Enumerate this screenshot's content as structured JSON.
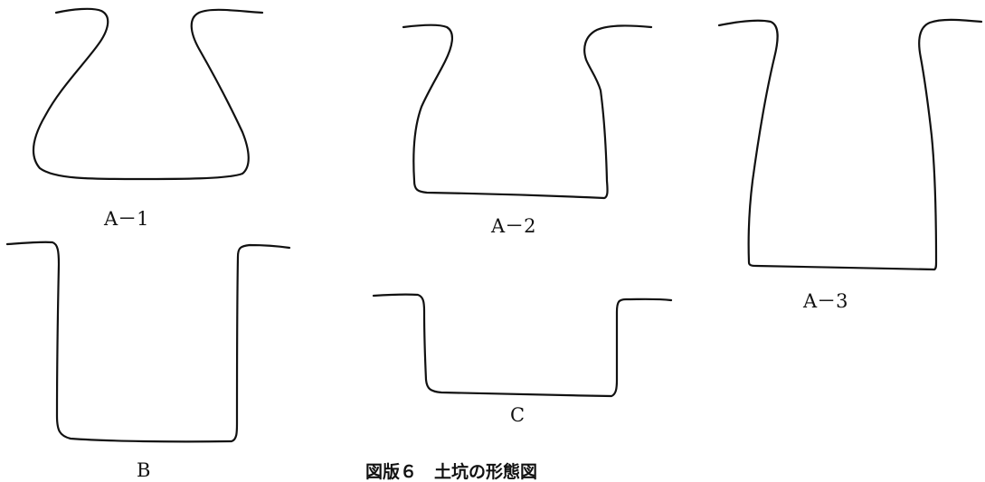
{
  "figure": {
    "caption": "図版６　土坑の形態図"
  },
  "pits": [
    {
      "id": "A1",
      "label": "A－1"
    },
    {
      "id": "A2",
      "label": "A－2"
    },
    {
      "id": "A3",
      "label": "A－3"
    },
    {
      "id": "B",
      "label": "B"
    },
    {
      "id": "C",
      "label": "C"
    }
  ]
}
